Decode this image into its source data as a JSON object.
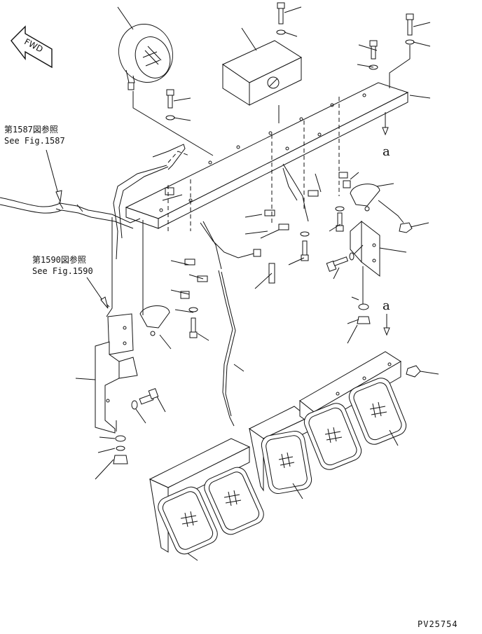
{
  "arrow_label": "FWD",
  "references": [
    {
      "jp": "第1587図参照",
      "en": "See Fig.1587"
    },
    {
      "jp": "第1590図参照",
      "en": "See Fig.1590"
    }
  ],
  "callouts": [
    "a",
    "a"
  ],
  "drawing_id": "PV25754"
}
